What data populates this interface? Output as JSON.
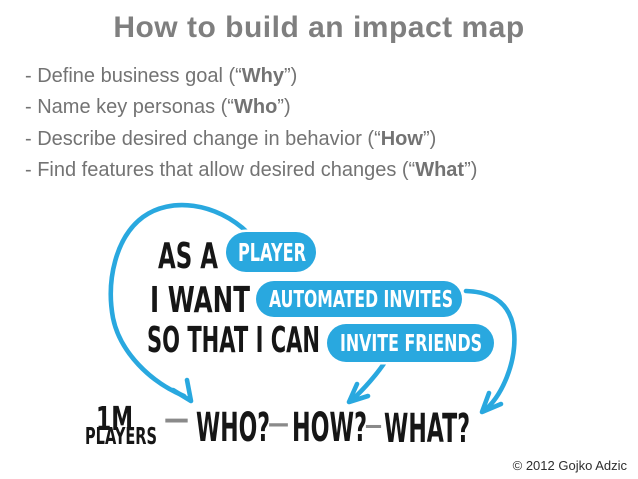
{
  "title": "How to build an impact map",
  "bullets": [
    {
      "prefix": "- Define business goal (“",
      "keyword": "Why",
      "suffix": "”)"
    },
    {
      "prefix": "- Name key personas (“",
      "keyword": "Who",
      "suffix": "”)"
    },
    {
      "prefix": "- Describe desired change in behavior (“",
      "keyword": "How",
      "suffix": "”)"
    },
    {
      "prefix": "- Find features that allow desired changes (“",
      "keyword": "What",
      "suffix": "”)"
    }
  ],
  "diagram": {
    "as_a": "AS A",
    "player": "PLAYER",
    "i_want": "I WANT",
    "automated_invites": "AUTOMATED INVITES",
    "so_that_i_can": "SO THAT I CAN",
    "invite_friends": "INVITE FRIENDS",
    "goal_line1": "1M",
    "goal_line2": "PLAYERS",
    "who": "WHO?",
    "how": "HOW?",
    "what": "WHAT?",
    "separators": [
      "—",
      "—",
      "—"
    ]
  },
  "footer": {
    "copyright": "© 2012 Gojko Adzic"
  },
  "colors": {
    "blue": "#29a8df",
    "ink": "#161616",
    "title_gray": "#7f7f7f",
    "body_gray": "#737373",
    "dash_gray": "#8a8a8a",
    "footer_ink": "#2e2e2e",
    "bubble_text": "#ffffff"
  }
}
